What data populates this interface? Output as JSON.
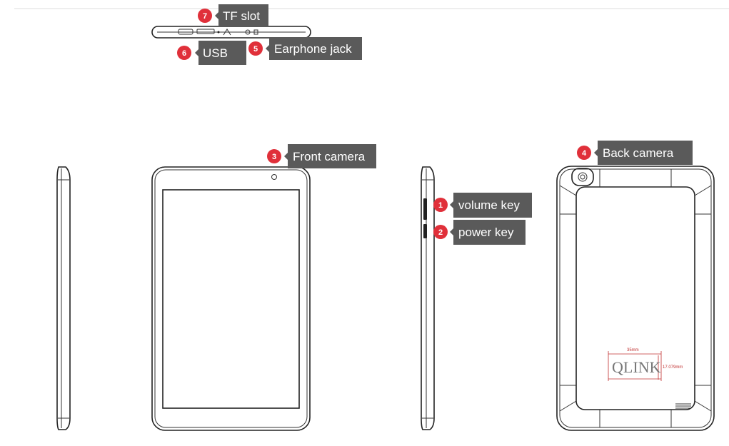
{
  "callouts": [
    {
      "number": "1",
      "label": "volume key"
    },
    {
      "number": "2",
      "label": "power key"
    },
    {
      "number": "3",
      "label": "Front camera"
    },
    {
      "number": "4",
      "label": "Back camera"
    },
    {
      "number": "5",
      "label": "Earphone jack"
    },
    {
      "number": "6",
      "label": "USB"
    },
    {
      "number": "7",
      "label": "TF slot"
    }
  ],
  "logo": {
    "brand": "QLINK",
    "width_dimension": "35mm",
    "height_dimension": "17.079mm"
  },
  "colors": {
    "badge": "#e0303a",
    "label_background": "#5a5a5a",
    "outline": "#222222",
    "dimension_lines": "#c03030"
  }
}
